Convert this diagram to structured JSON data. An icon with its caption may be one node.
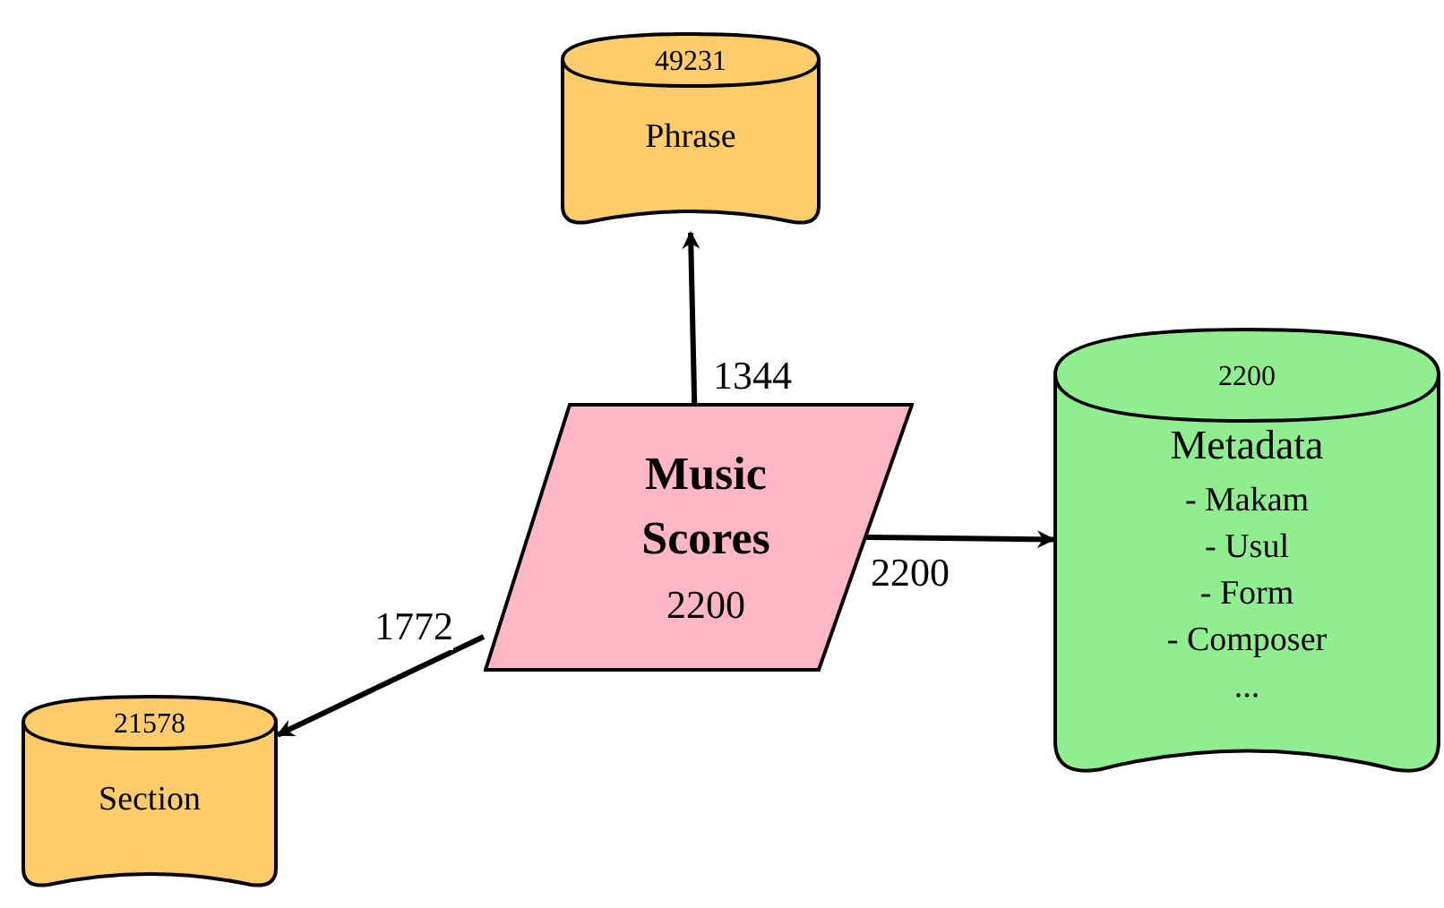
{
  "diagram": {
    "nodes": [
      {
        "text": [
          "Music Scores",
          "2200"
        ]
      },
      {
        "text": [
          "49231",
          "Phrase"
        ]
      },
      {
        "text": [
          "2200",
          "Metadata",
          "- Makam",
          "- Usul",
          "- Form",
          "- Composer",
          "..."
        ]
      },
      {
        "text": [
          "21578",
          "Section"
        ]
      }
    ],
    "edges": [
      {
        "from": 0,
        "to": 1,
        "arrow": "to",
        "label": "1344"
      },
      {
        "from": 0,
        "to": 2,
        "arrow": "to",
        "label": "2200"
      },
      {
        "from": 0,
        "to": 3,
        "arrow": "to",
        "label": "1772"
      }
    ]
  }
}
